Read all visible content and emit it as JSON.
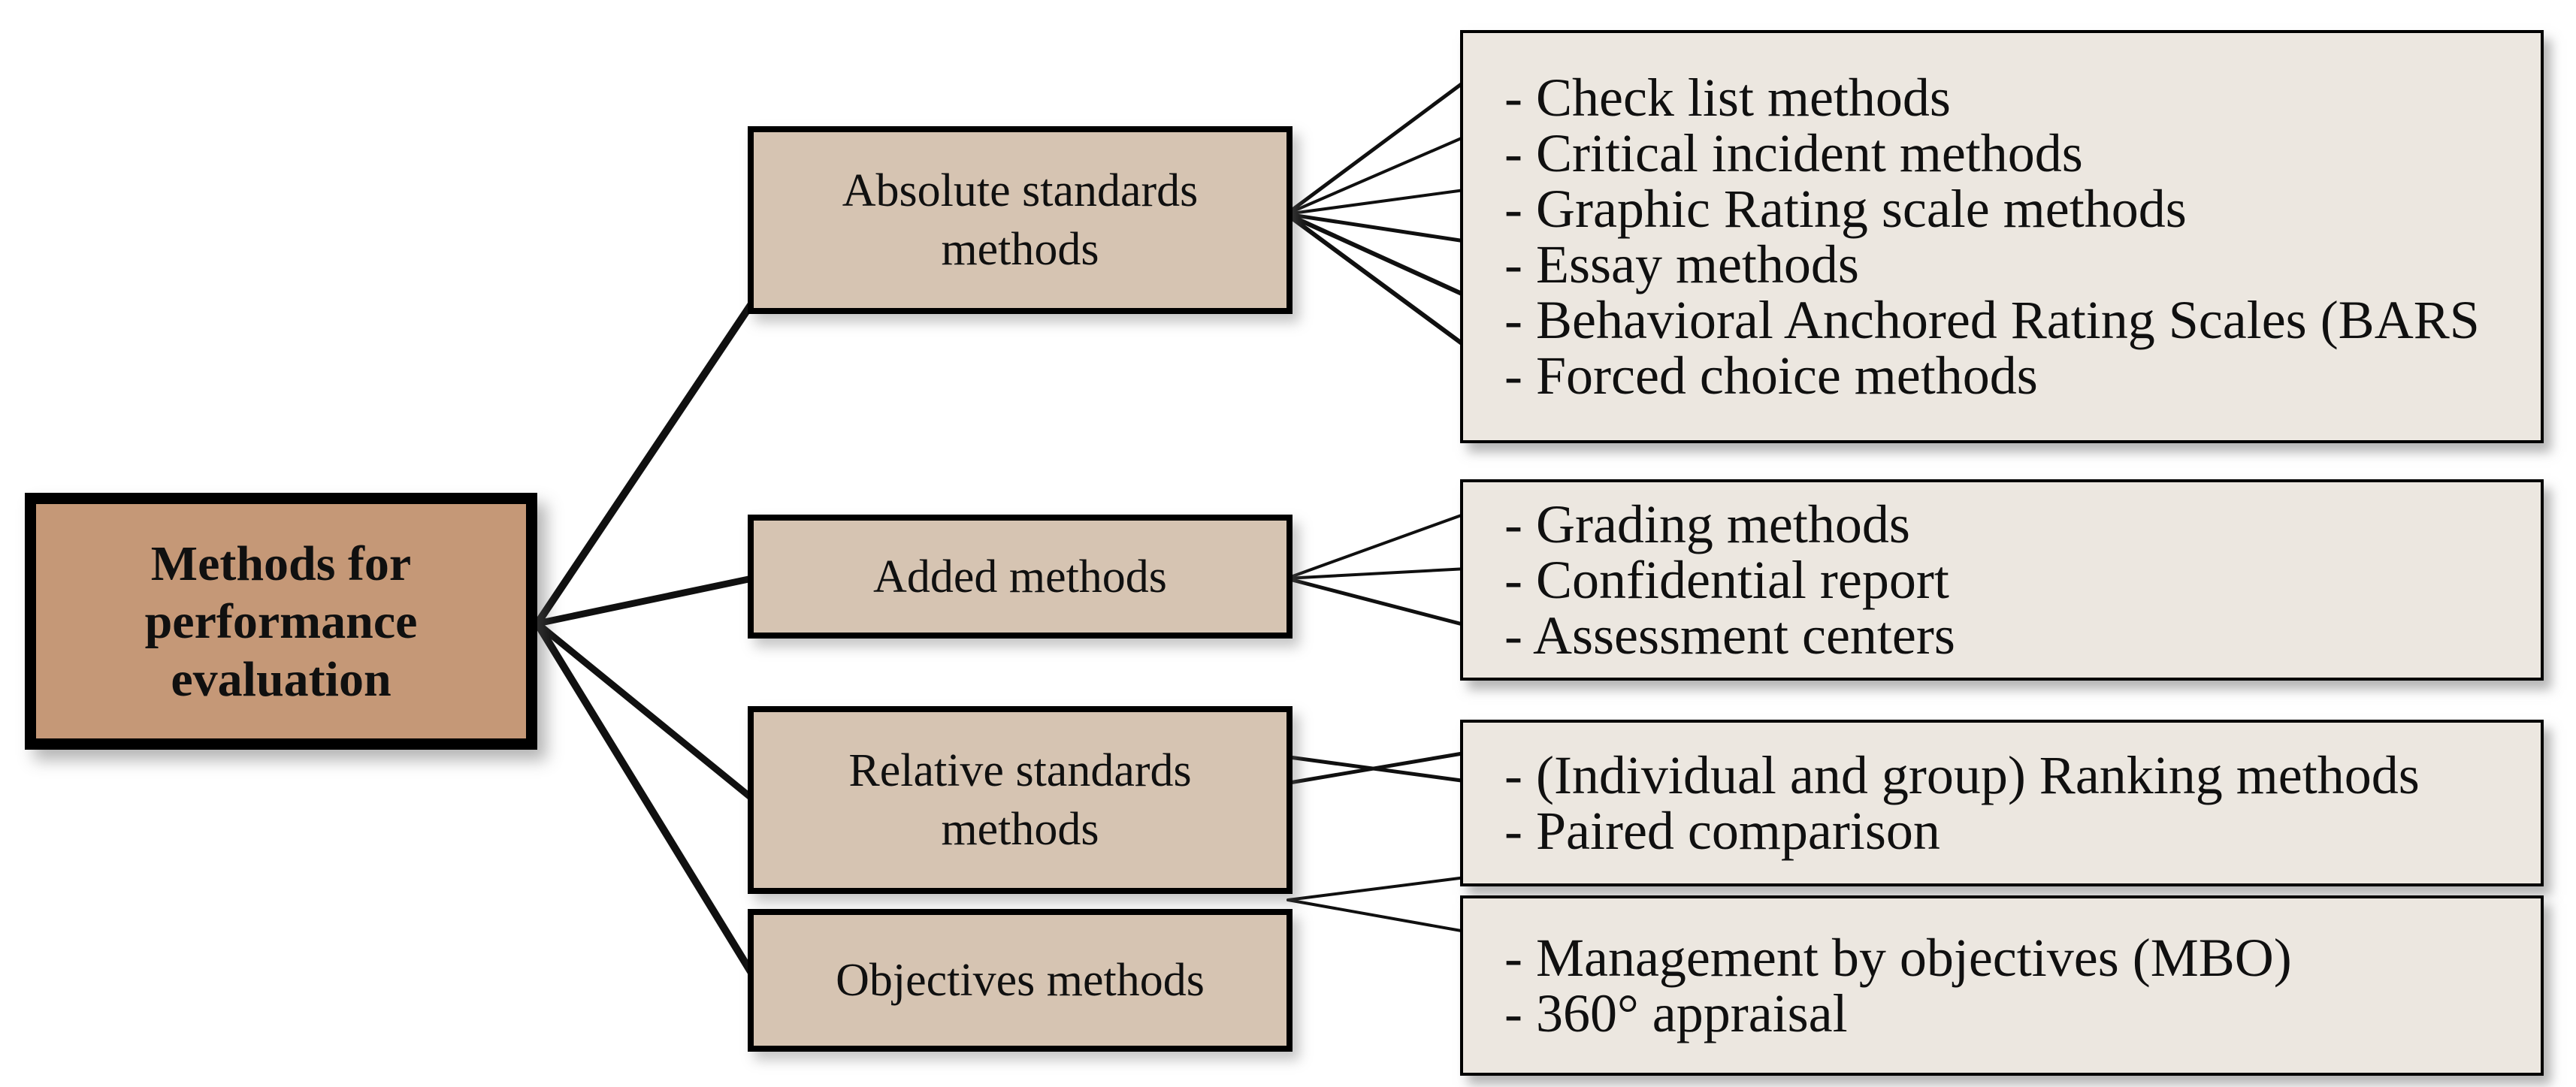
{
  "root": {
    "label": "Methods for performance evaluation"
  },
  "branches": [
    {
      "label": "Absolute standards methods",
      "items": [
        "- Check list methods",
        "- Critical incident methods",
        "- Graphic Rating scale methods",
        "- Essay methods",
        "- Behavioral Anchored Rating Scales (BARS",
        "- Forced choice methods"
      ]
    },
    {
      "label": "Added methods",
      "items": [
        "- Grading methods",
        "- Confidential report",
        "- Assessment centers"
      ]
    },
    {
      "label": "Relative standards methods",
      "items": [
        "- (Individual and group) Ranking methods",
        "- Paired comparison"
      ]
    },
    {
      "label": "Objectives methods",
      "items": [
        "- Management by objectives (MBO)",
        "- 360° appraisal"
      ]
    }
  ],
  "colors": {
    "root_fill": "#c59877",
    "branch_fill": "#d6c4b2",
    "list_fill": "#ece7e0",
    "border": "#000000",
    "line": "#101010"
  }
}
